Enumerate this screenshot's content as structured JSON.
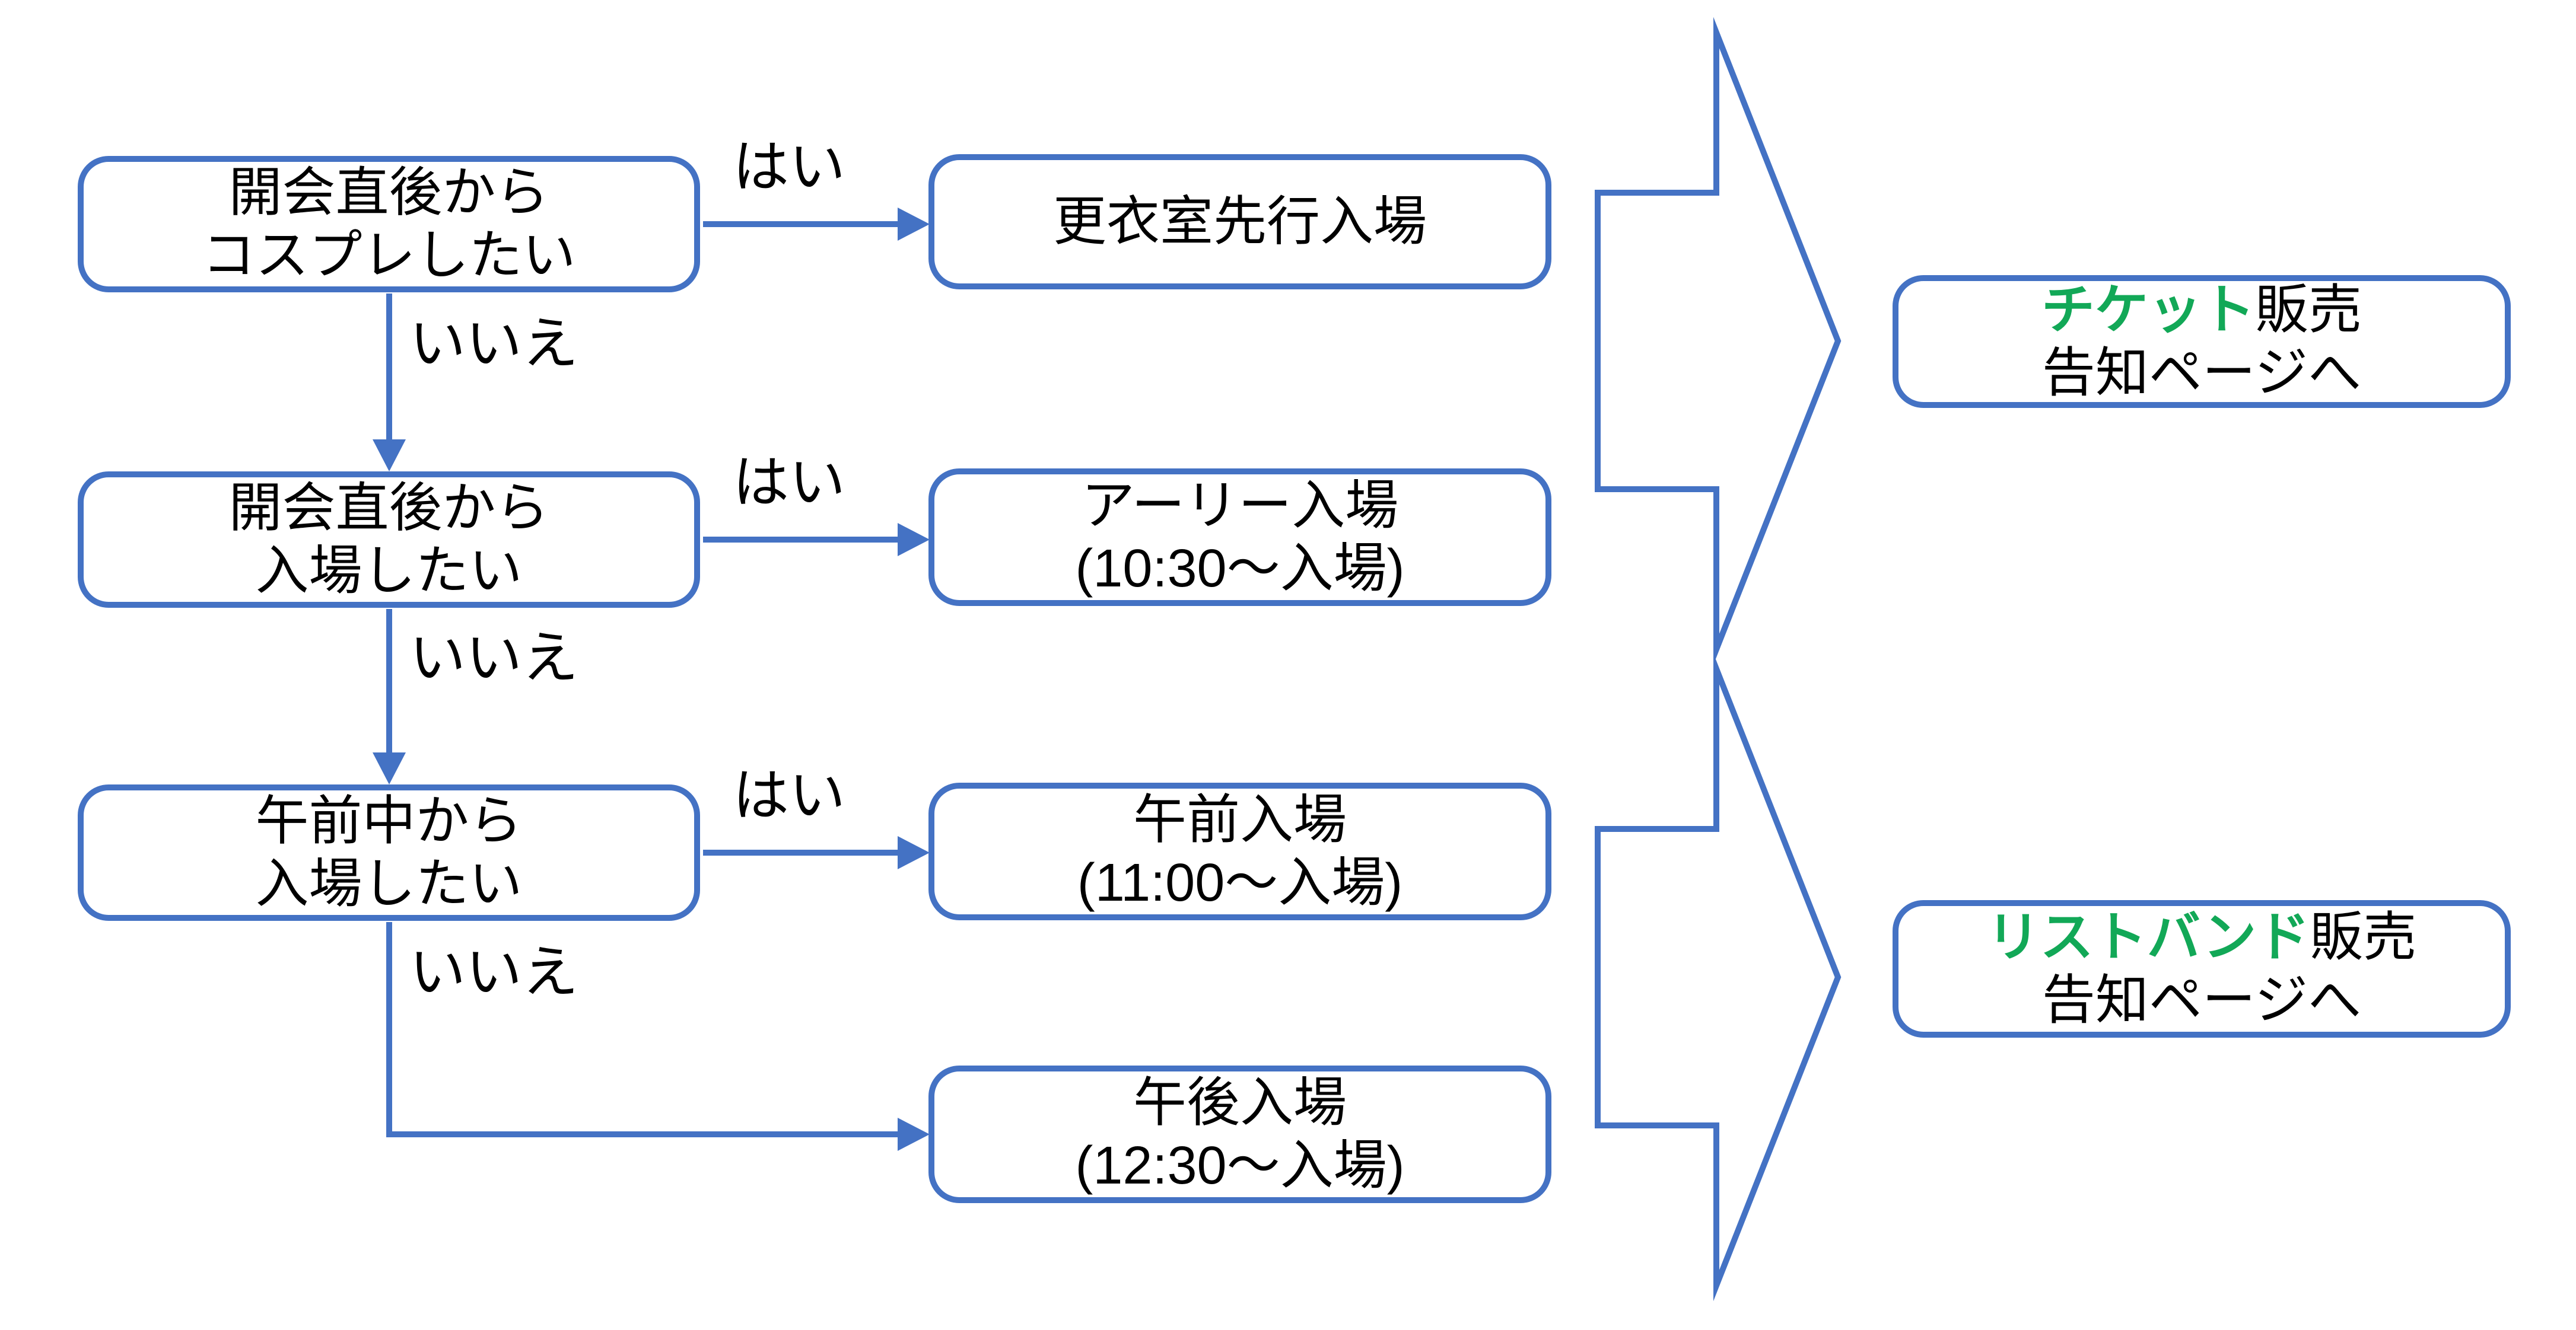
{
  "colors": {
    "line_blue": "#4472C4",
    "highlight_green": "#12A857",
    "text_black": "#000000",
    "background": "#FFFFFF"
  },
  "flow": {
    "yes_label": "はい",
    "no_label": "いいえ",
    "decisions": [
      {
        "line1": "開会直後から",
        "line2": "コスプレしたい"
      },
      {
        "line1": "開会直後から",
        "line2": "入場したい"
      },
      {
        "line1": "午前中から",
        "line2": "入場したい"
      }
    ],
    "results": [
      {
        "line1": "更衣室先行入場",
        "line2": ""
      },
      {
        "line1": "アーリー入場",
        "line2": "(10:30～入場)"
      },
      {
        "line1": "午前入場",
        "line2": "(11:00～入場)"
      },
      {
        "line1": "午後入場",
        "line2": "(12:30～入場)"
      }
    ],
    "destinations": [
      {
        "highlight": "チケット",
        "rest": "販売",
        "line2": "告知ページへ"
      },
      {
        "highlight": "リストバンド",
        "rest": "販売",
        "line2": "告知ページへ"
      }
    ]
  }
}
